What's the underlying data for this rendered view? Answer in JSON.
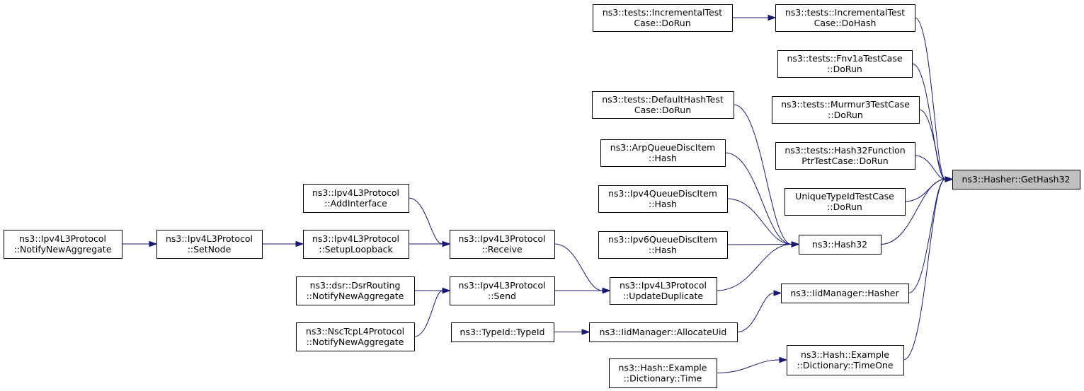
{
  "graph": {
    "colors": {
      "edge": "#191970",
      "root_fill": "#bfbfbf",
      "node_fill": "#ffffff",
      "border": "#000000"
    },
    "nodes": {
      "gethash32": [
        "ns3::Hasher::GetHash32"
      ],
      "inc_dohash": [
        "ns3::tests::IncrementalTest",
        "Case::DoHash"
      ],
      "inc_dorun": [
        "ns3::tests::IncrementalTest",
        "Case::DoRun"
      ],
      "fnv1a": [
        "ns3::tests::Fnv1aTestCase",
        "::DoRun"
      ],
      "murmur3": [
        "ns3::tests::Murmur3TestCase",
        "::DoRun"
      ],
      "hash32fn": [
        "ns3::tests::Hash32Function",
        "PtrTestCase::DoRun"
      ],
      "uniquetypeid": [
        "UniqueTypeIdTestCase",
        "::DoRun"
      ],
      "defaulthash": [
        "ns3::tests::DefaultHashTest",
        "Case::DoRun"
      ],
      "arpqdi": [
        "ns3::ArpQueueDiscItem",
        "::Hash"
      ],
      "ipv4qdi": [
        "ns3::Ipv4QueueDiscItem",
        "::Hash"
      ],
      "ipv6qdi": [
        "ns3::Ipv6QueueDiscItem",
        "::Hash"
      ],
      "hash32": [
        "ns3::Hash32"
      ],
      "updatedup": [
        "ns3::Ipv4L3Protocol",
        "::UpdateDuplicate"
      ],
      "receive": [
        "ns3::Ipv4L3Protocol",
        "::Receive"
      ],
      "send": [
        "ns3::Ipv4L3Protocol",
        "::Send"
      ],
      "addinterface": [
        "ns3::Ipv4L3Protocol",
        "::AddInterface"
      ],
      "setuploopback": [
        "ns3::Ipv4L3Protocol",
        "::SetupLoopback"
      ],
      "setnode": [
        "ns3::Ipv4L3Protocol",
        "::SetNode"
      ],
      "notifynewagg": [
        "ns3::Ipv4L3Protocol",
        "::NotifyNewAggregate"
      ],
      "dsrrouting": [
        "ns3::dsr::DsrRouting",
        "::NotifyNewAggregate"
      ],
      "nsctcp": [
        "ns3::NscTcpL4Protocol",
        "::NotifyNewAggregate"
      ],
      "iidhasher": [
        "ns3::IidManager::Hasher"
      ],
      "allocuid": [
        "ns3::IidManager::AllocateUid"
      ],
      "typeid": [
        "ns3::TypeId::TypeId"
      ],
      "timeone": [
        "ns3::Hash::Example",
        "::Dictionary::TimeOne"
      ],
      "time": [
        "ns3::Hash::Example",
        "::Dictionary::Time"
      ]
    },
    "edges": [
      [
        "inc_dohash",
        "gethash32"
      ],
      [
        "fnv1a",
        "gethash32"
      ],
      [
        "murmur3",
        "gethash32"
      ],
      [
        "hash32fn",
        "gethash32"
      ],
      [
        "uniquetypeid",
        "gethash32"
      ],
      [
        "hash32",
        "gethash32"
      ],
      [
        "iidhasher",
        "gethash32"
      ],
      [
        "timeone",
        "gethash32"
      ],
      [
        "inc_dorun",
        "inc_dohash"
      ],
      [
        "defaulthash",
        "hash32"
      ],
      [
        "arpqdi",
        "hash32"
      ],
      [
        "ipv4qdi",
        "hash32"
      ],
      [
        "ipv6qdi",
        "hash32"
      ],
      [
        "updatedup",
        "hash32"
      ],
      [
        "receive",
        "updatedup"
      ],
      [
        "send",
        "updatedup"
      ],
      [
        "addinterface",
        "receive"
      ],
      [
        "setuploopback",
        "receive"
      ],
      [
        "setnode",
        "setuploopback"
      ],
      [
        "notifynewagg",
        "setnode"
      ],
      [
        "dsrrouting",
        "send"
      ],
      [
        "nsctcp",
        "send"
      ],
      [
        "allocuid",
        "iidhasher"
      ],
      [
        "typeid",
        "allocuid"
      ],
      [
        "time",
        "timeone"
      ]
    ]
  }
}
